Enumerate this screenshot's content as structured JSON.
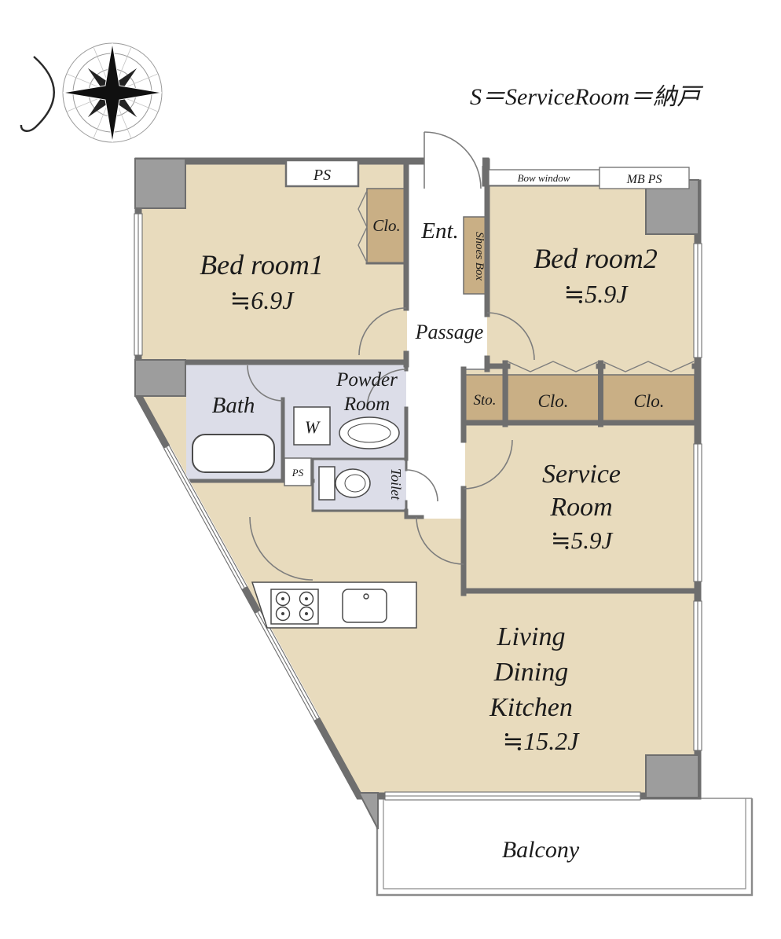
{
  "legend": "S＝ServiceRoom＝納戸",
  "colors": {
    "room": "#e8dbbd",
    "closet": "#c9af85",
    "wet": "#dcdde8",
    "wall": "#6e6e6e",
    "column": "#9d9d9d",
    "text": "#1b1b1b"
  },
  "rooms": {
    "bedroom1": {
      "name": "Bed room1",
      "size": "≒6.9J"
    },
    "bedroom2": {
      "name": "Bed room2",
      "size": "≒5.9J"
    },
    "service": {
      "line1": "Service",
      "line2": "Room",
      "size": "≒5.9J"
    },
    "ldk": {
      "line1": "Living",
      "line2": "Dining",
      "line3": "Kitchen",
      "size": "≒15.2J"
    },
    "entrance": "Ent.",
    "passage": "Passage",
    "bath": "Bath",
    "powder": {
      "line1": "Powder",
      "line2": "Room"
    },
    "toilet": "Toilet",
    "balcony": "Balcony"
  },
  "fixtures": {
    "washer": "W"
  },
  "labels": {
    "ps_top": "PS",
    "ps_small": "PS",
    "mb_ps": "MB PS",
    "bow_window": "Bow window",
    "shoes_box": "Shoes Box",
    "closet_bedroom1": "Clo.",
    "storage": "Sto.",
    "closet_middle": "Clo.",
    "closet_right": "Clo."
  }
}
